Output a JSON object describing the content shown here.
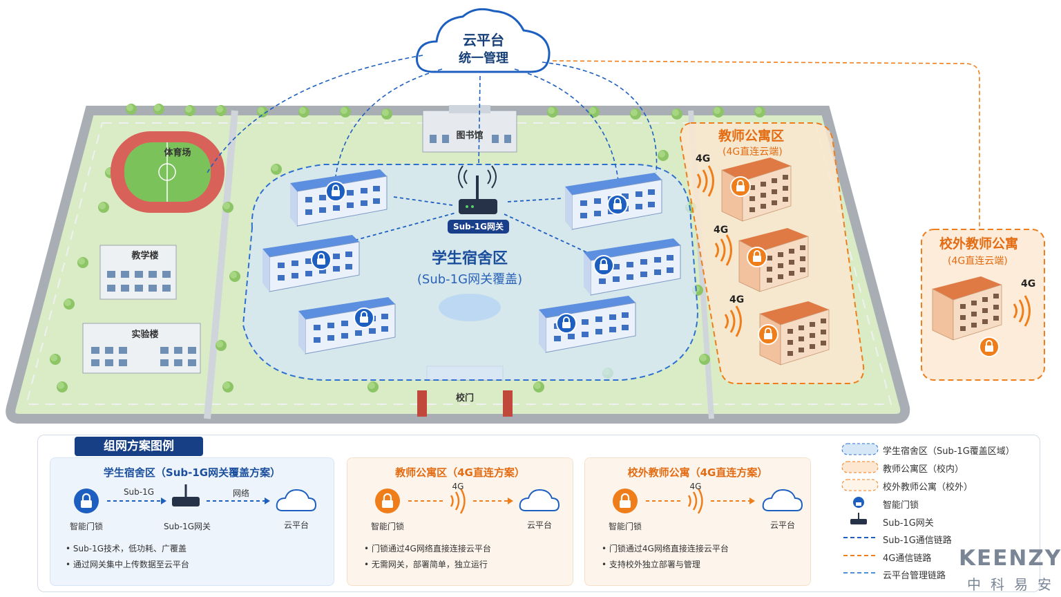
{
  "cloud": {
    "line1": "云平台",
    "line2": "统一管理"
  },
  "student_zone": {
    "title": "学生宿舍区",
    "subtitle": "(Sub-1G网关覆盖)"
  },
  "gateway": {
    "label": "Sub-1G网关"
  },
  "teacher_zone": {
    "title": "教师公寓区",
    "subtitle": "(4G直连云端)"
  },
  "offcampus": {
    "title": "校外教师公寓",
    "subtitle": "(4G直连云端)"
  },
  "signal_label": "4G",
  "buildings": {
    "stadium": "体育场",
    "library": "图书馆",
    "teaching": "教学楼",
    "lab": "实验楼",
    "gate": "校门"
  },
  "legend": {
    "title": "组网方案图例",
    "panels": [
      {
        "title": "学生宿舍区（Sub-1G网关覆盖方案）",
        "lock_label": "智能门锁",
        "link1_label": "Sub-1G",
        "device_label": "Sub-1G网关",
        "link2_label": "网络",
        "cloud_label": "云平台",
        "bullets": [
          "Sub-1G技术，低功耗、广覆盖",
          "通过网关集中上传数据至云平台"
        ]
      },
      {
        "title": "教师公寓区（4G直连方案）",
        "lock_label": "智能门锁",
        "link_label": "4G",
        "cloud_label": "云平台",
        "bullets": [
          "门锁通过4G网络直接连接云平台",
          "无需网关，部署简单，独立运行"
        ]
      },
      {
        "title": "校外教师公寓（4G直连方案）",
        "lock_label": "智能门锁",
        "link_label": "4G",
        "cloud_label": "云平台",
        "bullets": [
          "门锁通过4G网络直接连接云平台",
          "支持校外独立部署与管理"
        ]
      }
    ],
    "key_items": [
      "学生宿舍区（Sub-1G覆盖区域）",
      "教师公寓区（校内）",
      "校外教师公寓（校外）",
      "智能门锁",
      "Sub-1G网关",
      "Sub-1G通信链路",
      "4G通信链路",
      "云平台管理链路"
    ]
  },
  "brand": {
    "name_en": "KEENZY",
    "name_cn": "中科易安"
  },
  "colors": {
    "blue": "#1d5fc0",
    "navy": "#173f86",
    "orange": "#ef7d1a",
    "zone_fill": "#d6e7f8",
    "grass": "#d9ecc6",
    "road": "#a9aeb5"
  }
}
